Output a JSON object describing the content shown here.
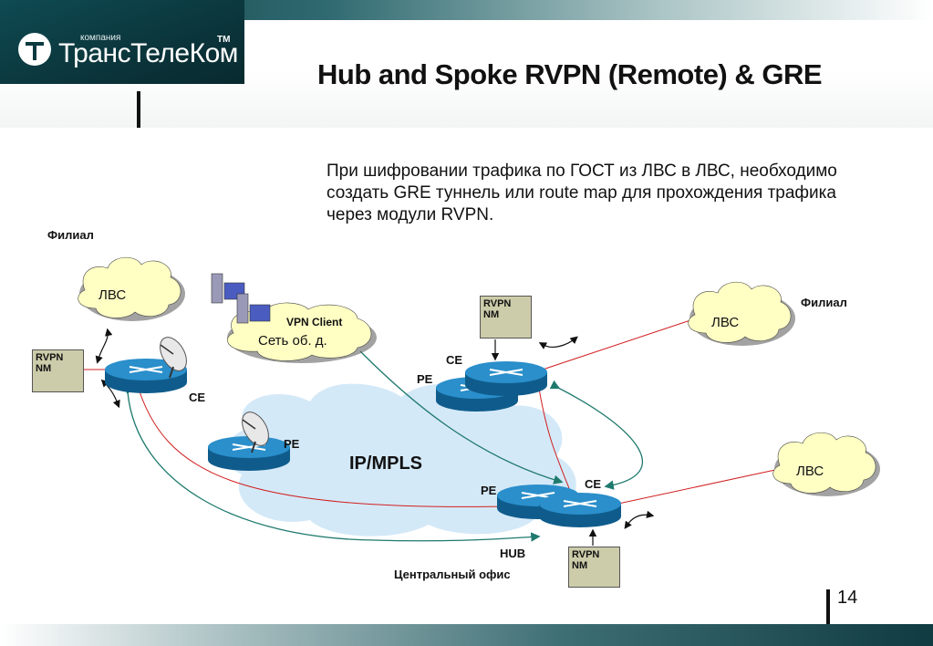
{
  "header": {
    "company_small": "компания",
    "company_name": "ТрансТелеКом",
    "tm": "TM",
    "title": "Hub and Spoke RVPN (Remote) & GRE"
  },
  "description": "При шифровании трафика по ГОСТ из ЛВС в ЛВС, необходимо создать GRE туннель или route map для прохождения трафика через модули RVPN.",
  "diagram": {
    "branch_left_label": "Филиал",
    "branch_right_label": "Филиал",
    "lan_label": "ЛВС",
    "rvpn_nm_line1": "RVPN",
    "rvpn_nm_line2": "NM",
    "ce_label": "CE",
    "pe_label": "PE",
    "vpn_client_label": "VPN Client",
    "public_net_label": "Сеть об. д.",
    "mpls_label": "IP/MPLS",
    "hub_label": "HUB",
    "central_office_label": "Центральный офис"
  },
  "page_number": "14",
  "colors": {
    "header_dark": "#0b3a40",
    "router_blue": "#1c7fb8",
    "cloud_yellow": "#ffffc4",
    "mpls_cloud": "#cfe7f7",
    "tunnel_green": "#1f7a6e",
    "link_red": "#d02020",
    "rvpn_box": "#cdccaa"
  }
}
